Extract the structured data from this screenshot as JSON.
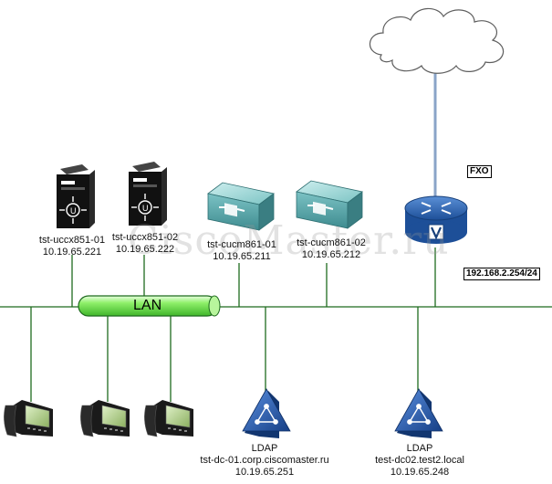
{
  "network": {
    "lan_label": "LAN",
    "watermark": "CiscoMaster.ru",
    "uccx1": {
      "name": "tst-uccx851-01",
      "ip": "10.19.65.221"
    },
    "uccx2": {
      "name": "tst-uccx851-02",
      "ip": "10.19.65.222"
    },
    "cucm1": {
      "name": "tst-cucm861-01",
      "ip": "10.19.65.211"
    },
    "cucm2": {
      "name": "tst-cucm861-02",
      "ip": "10.19.65.212"
    },
    "router": {
      "fxo_label": "FXO",
      "ip_label": "192.168.2.254/24"
    },
    "ldap1": {
      "title": "LDAP",
      "host": "tst-dc-01.corp.ciscomaster.ru",
      "ip": "10.19.65.251"
    },
    "ldap2": {
      "title": "LDAP",
      "host": "test-dc02.test2.local",
      "ip": "10.19.65.248"
    }
  },
  "icons": {
    "cloud": "cloud-icon",
    "server": "server-icon",
    "callmanager": "call-manager-icon",
    "router": "voice-router-icon",
    "phone": "ip-phone-icon",
    "directory": "ldap-directory-icon"
  },
  "colors": {
    "link": "#1e6b1e",
    "wan_link": "#8aa4c8",
    "lan_bus": "#8ff06a",
    "router": "#2a64b4",
    "directory": "#2a62b0"
  }
}
